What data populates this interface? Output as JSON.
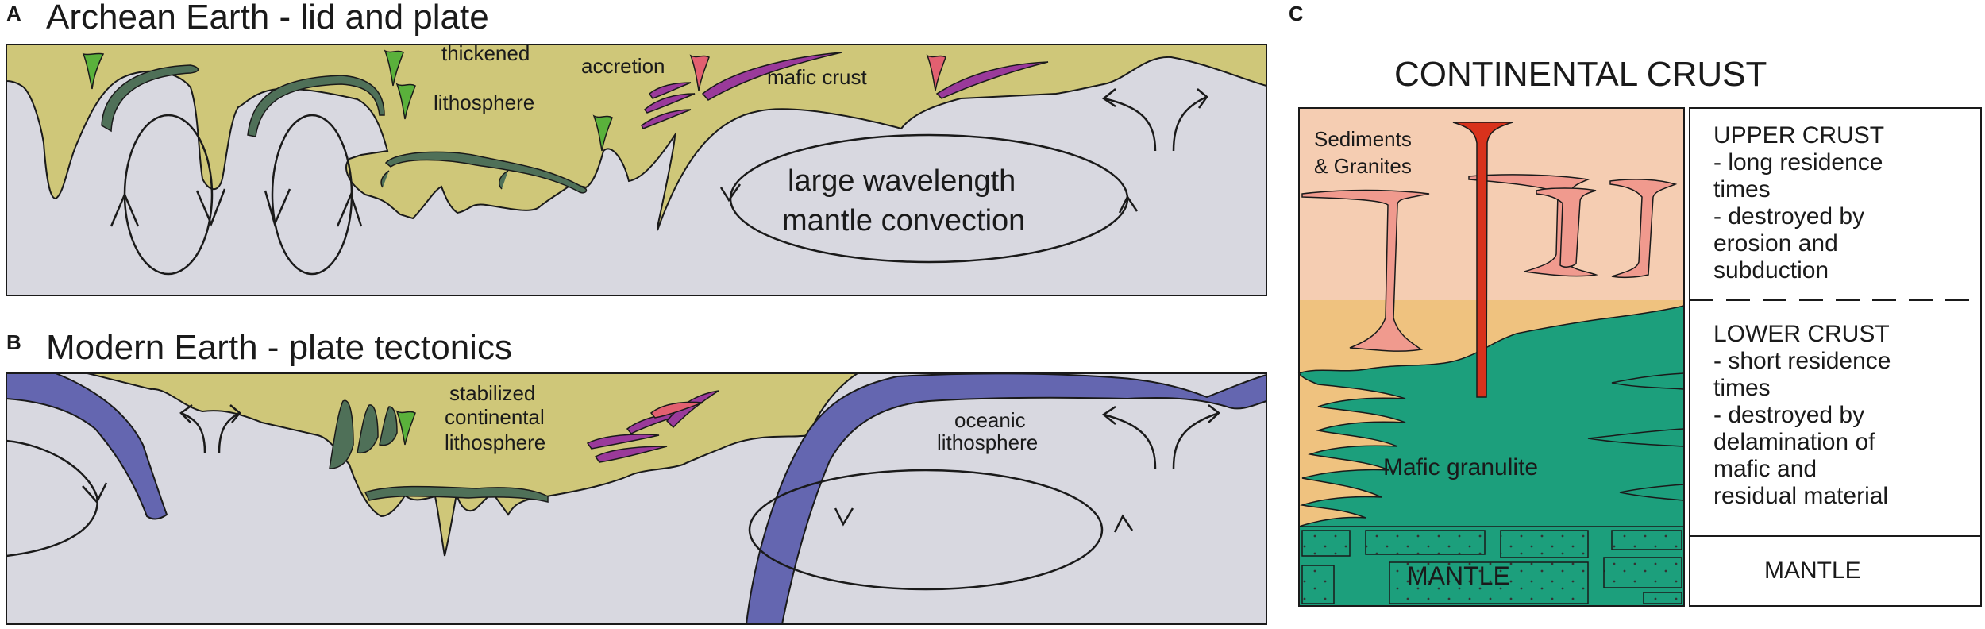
{
  "colors": {
    "crust": "#cfc779",
    "mantle": "#d8d8e0",
    "slab": "#6466b0",
    "dark_green": "#4f7058",
    "magenta": "#9a3a9a",
    "bright_green": "#5ab13b",
    "pink": "#e26070",
    "upper_crust": "#f5cdb2",
    "lower_crust": "#efc27f",
    "granulite": "#1c9f7c",
    "intrusion": "#f09a8e",
    "conduit": "#d8321c",
    "outline": "#1a1a1a"
  },
  "panel_a": {
    "letter": "A",
    "title": "Archean Earth - lid and plate",
    "labels": {
      "thickened": "thickened",
      "lithosphere": "lithosphere",
      "accretion": "accretion",
      "mafic_crust": "mafic crust",
      "large_wavelength": "large wavelength",
      "mantle_convection": "mantle convection"
    }
  },
  "panel_b": {
    "letter": "B",
    "title": "Modern Earth - plate tectonics",
    "labels": {
      "stabilized": "stabilized",
      "continental": "continental",
      "lithosphere": "lithosphere",
      "oceanic": "oceanic",
      "oceanic_lithosphere": "lithosphere"
    }
  },
  "panel_c": {
    "letter": "C",
    "title": "CONTINENTAL CRUST",
    "labels": {
      "sediments": "Sediments",
      "granites": "& Granites",
      "mafic_granulite": "Mafic granulite",
      "mantle": "MANTLE"
    },
    "table": {
      "upper": [
        "UPPER CRUST",
        "- long residence",
        "times",
        "- destroyed by",
        "erosion and",
        "subduction"
      ],
      "lower": [
        "LOWER CRUST",
        "- short residence",
        "times",
        "- destroyed by",
        "delamination of",
        "mafic and",
        "residual material"
      ],
      "mantle": "MANTLE"
    }
  }
}
